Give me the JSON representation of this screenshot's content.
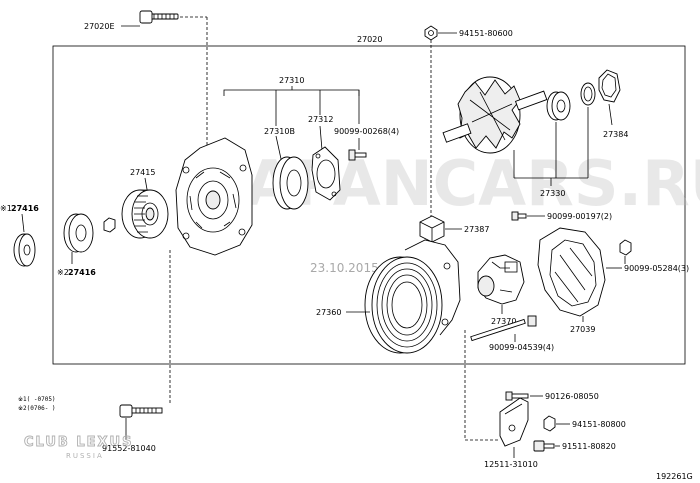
{
  "parts": {
    "p27020E": "27020E",
    "p27020": "27020",
    "p94151_80600": "94151-80600",
    "p27310": "27310",
    "p27310B": "27310B",
    "p27312": "27312",
    "p90099_00268": "90099-00268(4)",
    "p27384": "27384",
    "p27330": "27330",
    "p27415": "27415",
    "p27416a": "27416",
    "p27416b": "27416",
    "p27387": "27387",
    "p90099_00197": "90099-00197(2)",
    "p90099_05284": "90099-05284(3)",
    "p27360": "27360",
    "p27370": "27370",
    "p27039": "27039",
    "p90099_04539": "90099-04539(4)",
    "p90126_08050": "90126-08050",
    "p94151_80800": "94151-80800",
    "p91511_80820": "91511-80820",
    "p12511_31010": "12511-31010",
    "p91552_81040": "91552-81040"
  },
  "markers": {
    "m1": "※1",
    "m2": "※2"
  },
  "notes": {
    "n1": "※1(      -0705)",
    "n2": "※2(0706-      )"
  },
  "watermark": {
    "site": "JAPANCARS.RU",
    "date": "23.10.2015",
    "club": "CLUB LEXUS",
    "russia": "RUSSIA"
  },
  "figure_id": "192261G"
}
